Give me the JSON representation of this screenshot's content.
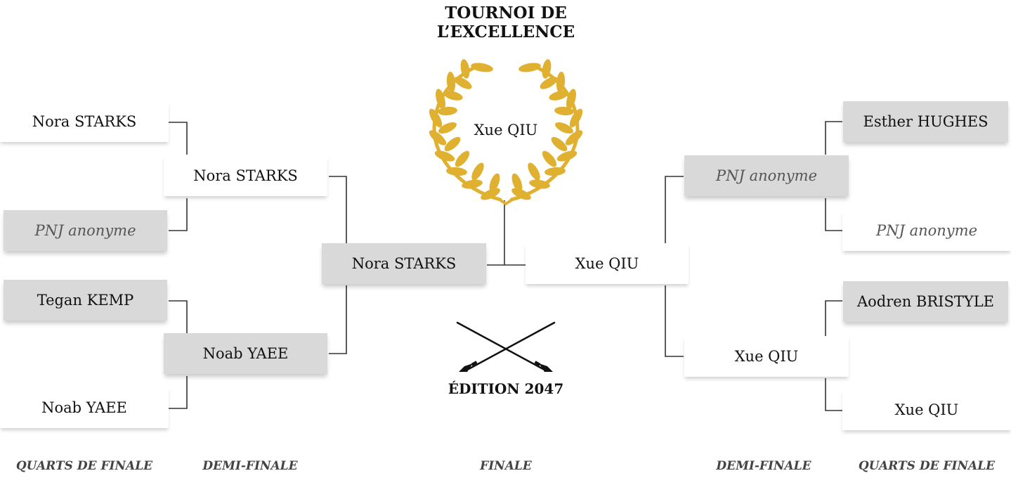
{
  "header": {
    "title_line1": "TOURNOI DE",
    "title_line2": "L’EXCELLENCE"
  },
  "champion": "Xue QIU",
  "edition": "ÉDITION 2047",
  "rounds": {
    "left_quarter": "QUARTS DE FINALE",
    "left_semi": "DEMI-FINALE",
    "final": "FINALE",
    "right_semi": "DEMI-FINALE",
    "right_quarter": "QUARTS DE FINALE"
  },
  "bracket": {
    "left_quarters": [
      "Nora STARKS",
      "PNJ anonyme",
      "Tegan KEMP",
      "Noab YAEE"
    ],
    "left_semis": [
      "Nora STARKS",
      "Noab YAEE"
    ],
    "final": [
      "Nora STARKS",
      "Xue QIU"
    ],
    "right_semis": [
      "PNJ anonyme",
      "Xue QIU"
    ],
    "right_quarters": [
      "Esther HUGHES",
      "PNJ anonyme",
      "Aodren BRISTYLE",
      "Xue QIU"
    ]
  },
  "colors": {
    "laurel": "#e0b030",
    "box_highlight": "#d9d9d9",
    "line": "#333333"
  },
  "icons": {
    "wreath": "laurel-wreath-icon",
    "swords": "crossed-swords-icon"
  }
}
